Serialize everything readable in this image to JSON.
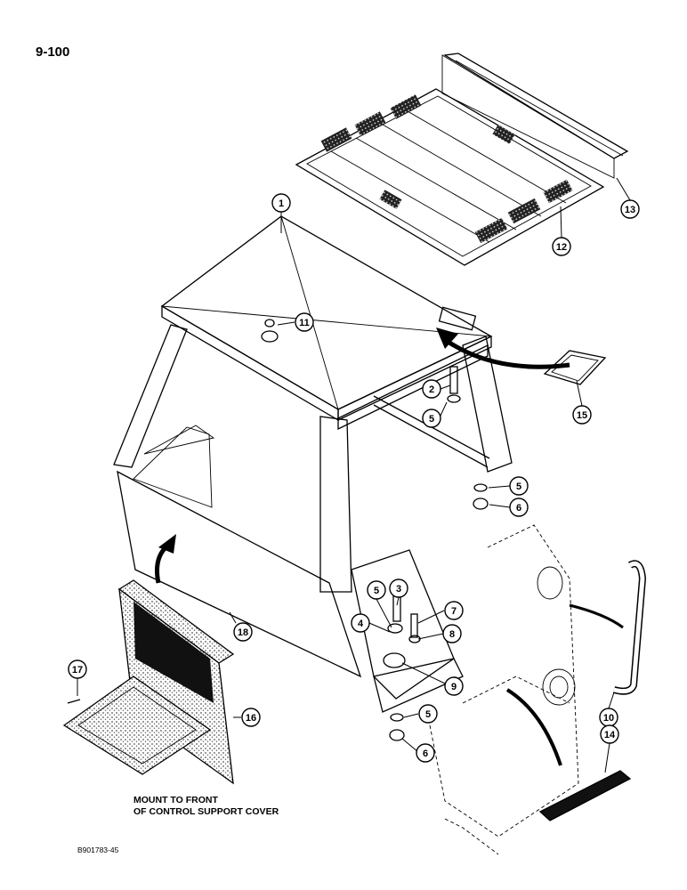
{
  "page": {
    "number": "9-100",
    "note_line1": "MOUNT TO FRONT",
    "note_line2": "OF CONTROL SUPPORT COVER",
    "drawing_id": "B901783-45"
  },
  "callouts": [
    "1",
    "2",
    "3",
    "4",
    "5",
    "5",
    "5",
    "5",
    "6",
    "6",
    "7",
    "8",
    "9",
    "10",
    "11",
    "12",
    "13",
    "14",
    "15",
    "16",
    "17",
    "18"
  ],
  "colors": {
    "ink": "#000000",
    "paper": "#ffffff",
    "stipple": "#555555"
  }
}
